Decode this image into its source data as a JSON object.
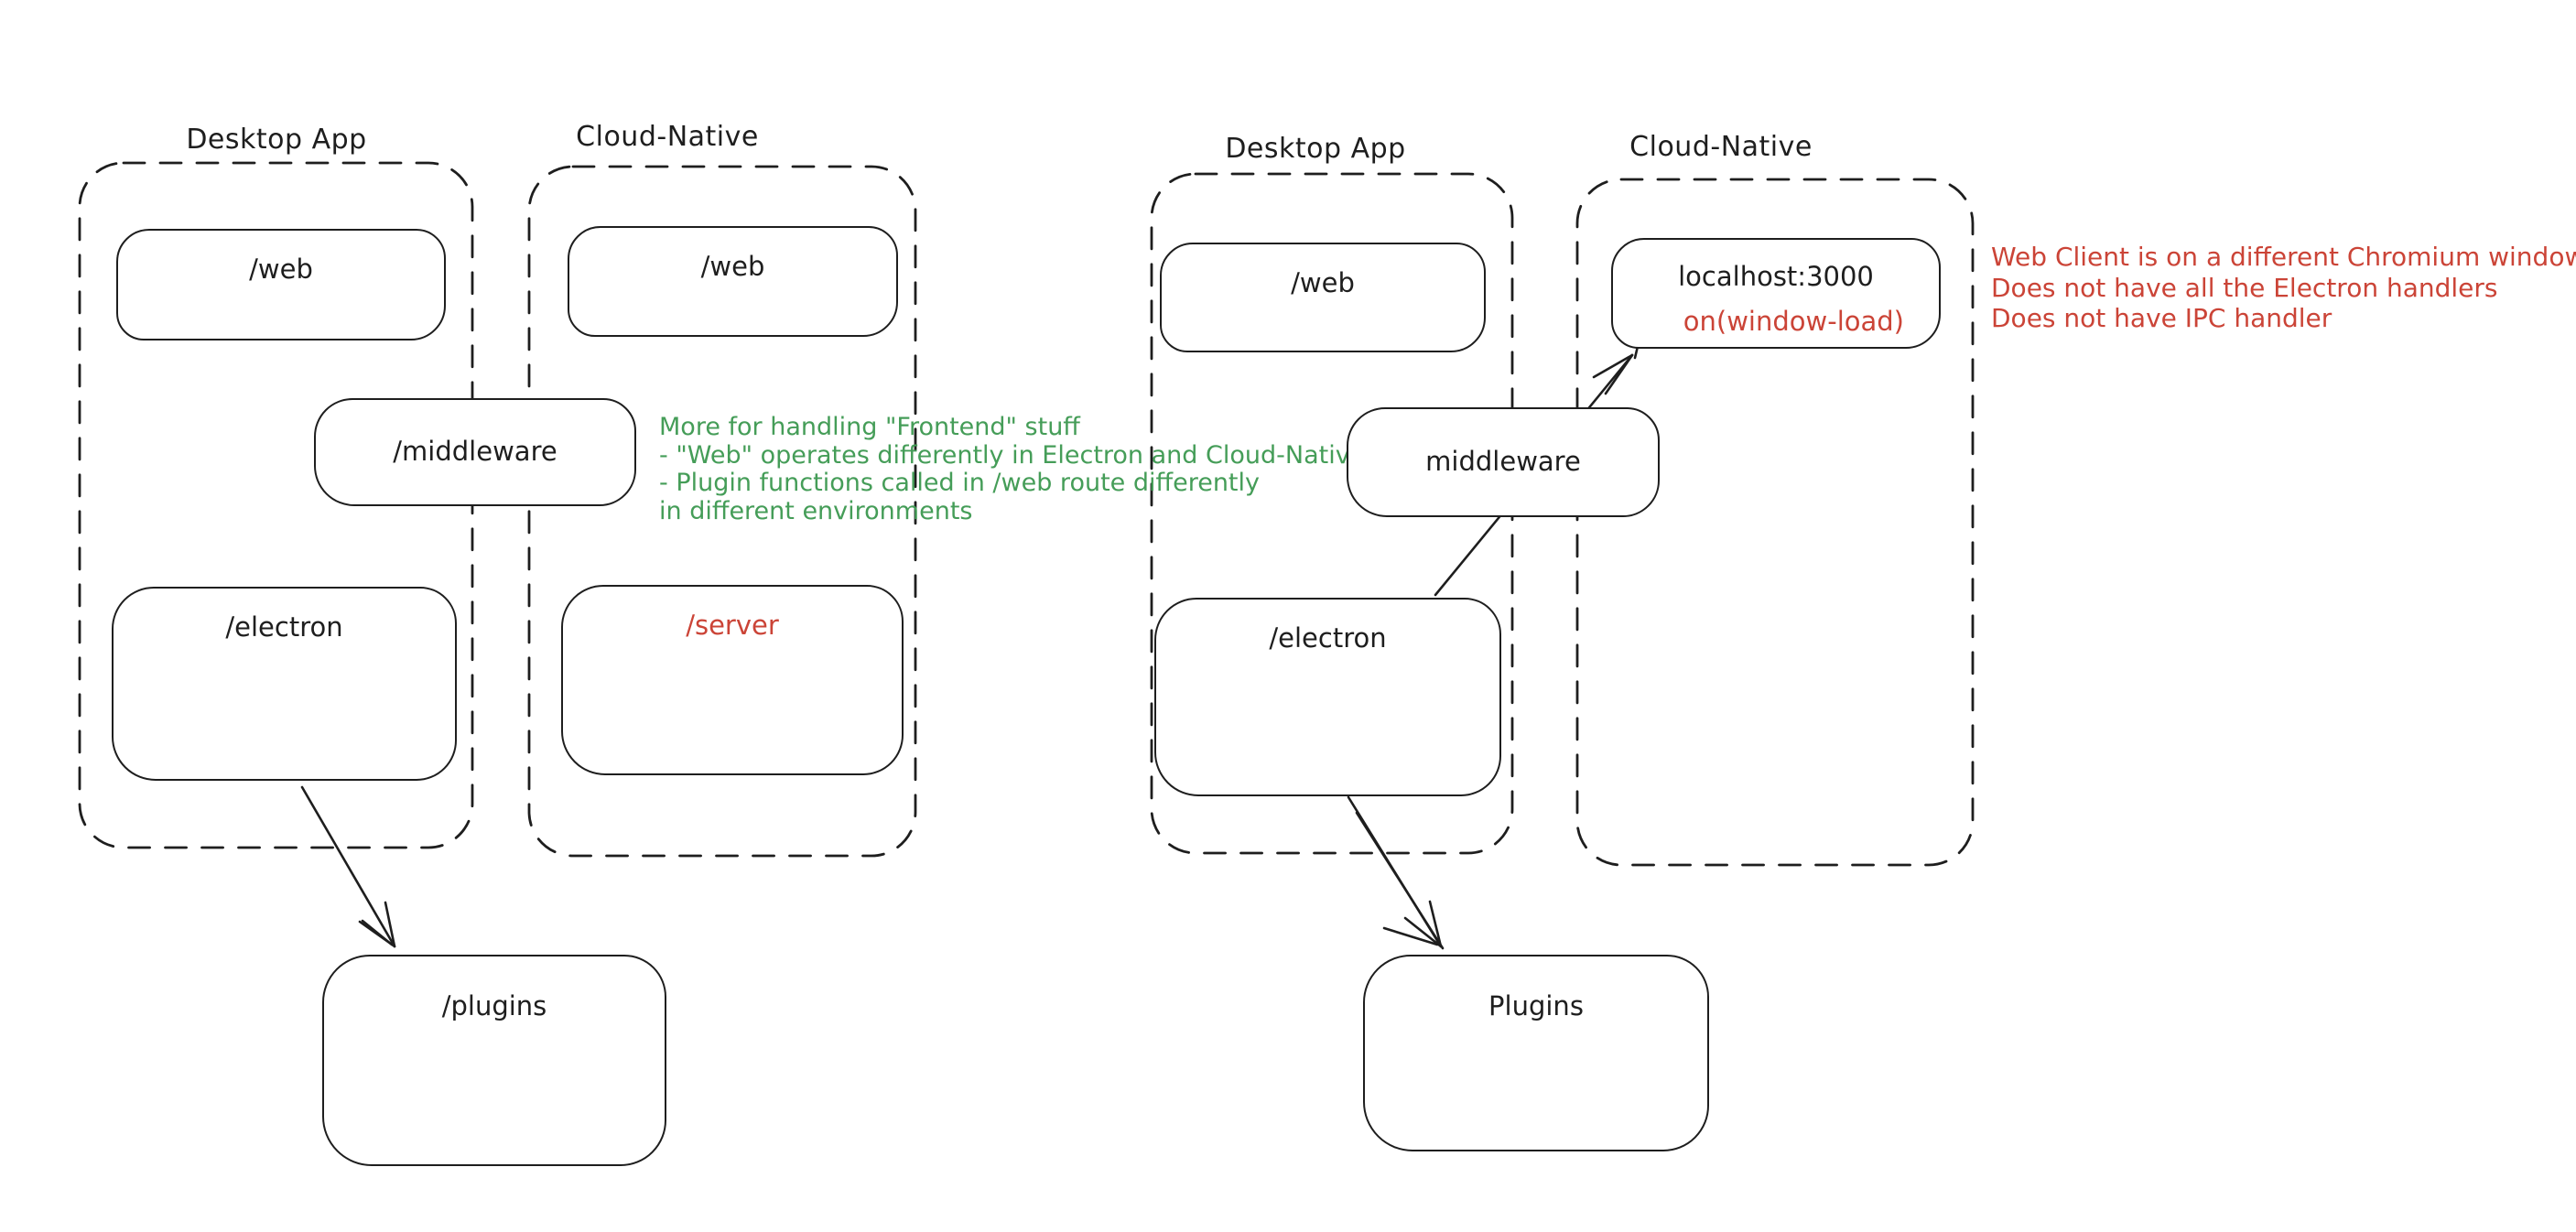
{
  "colors": {
    "ink": "#1e1e1e",
    "red": "#cb4437",
    "green": "#459d58",
    "background": "#ffffff"
  },
  "left_diagram": {
    "desktop_group_label": "Desktop App",
    "cloud_group_label": "Cloud-Native",
    "web_box_desktop": "/web",
    "web_box_cloud": "/web",
    "middleware_box": "/middleware",
    "electron_box": "/electron",
    "server_box": "/server",
    "plugins_box": "/plugins",
    "green_note": {
      "lines": [
        "More for handling \"Frontend\" stuff",
        "- \"Web\" operates differently in Electron and Cloud-Native",
        "- Plugin functions called in /web route differently",
        "in different environments"
      ]
    }
  },
  "right_diagram": {
    "desktop_group_label": "Desktop App",
    "cloud_group_label": "Cloud-Native",
    "web_box": "/web",
    "localhost_box": "localhost:3000",
    "localhost_sub_label": "on(window-load)",
    "middleware_box": "middleware",
    "electron_box": "/electron",
    "plugins_box": "Plugins",
    "red_note": {
      "lines": [
        "Web Client is on a different Chromium window",
        "Does not have all the Electron handlers",
        "Does not have IPC handler"
      ]
    }
  }
}
